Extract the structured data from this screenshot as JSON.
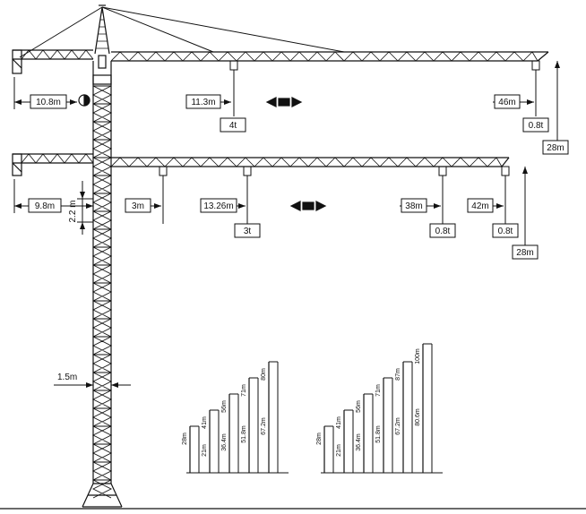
{
  "upper_jib": {
    "counter_jib_length": "10.8m",
    "hook_distance_near": "11.3m",
    "load_near": "4t",
    "hook_distance_far": "46m",
    "load_far": "0.8t",
    "jib_length": "28m"
  },
  "lower_jib": {
    "counter_jib_length": "9.8m",
    "min_radius": "3m",
    "hook_distance_near": "13.26m",
    "load_near": "3t",
    "hook_distance_mid": "38m",
    "load_mid": "0.8t",
    "hook_distance_far": "42m",
    "load_far": "0.8t",
    "jib_length": "28m"
  },
  "tower": {
    "section_height": "2.2 m",
    "width": "1.5m"
  },
  "heights_left": [
    "28m",
    "21m",
    "41m",
    "36.4m",
    "56m",
    "51.8m",
    "71m",
    "67.2m",
    "80m"
  ],
  "heights_right": [
    "28m",
    "21m",
    "41m",
    "36.4m",
    "56m",
    "51.8m",
    "71m",
    "67.2m",
    "87m",
    "80.6m",
    "100m"
  ]
}
